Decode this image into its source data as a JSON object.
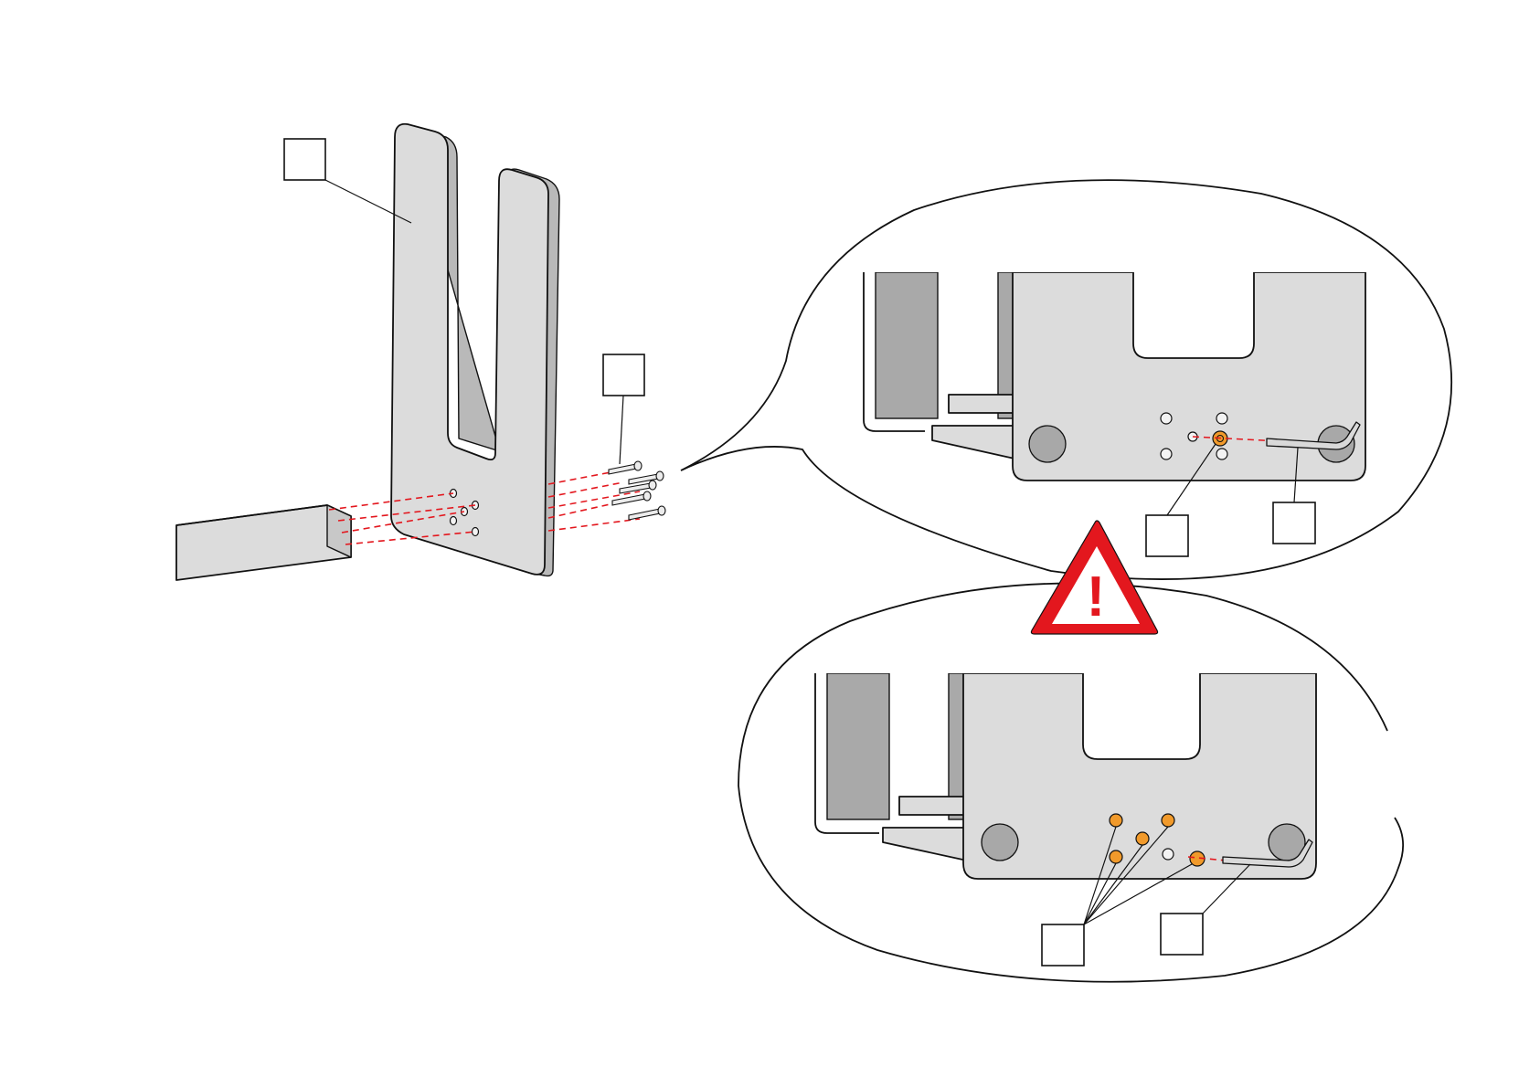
{
  "accent_dash_color": "#e3171e",
  "highlight_color": "#f19a2b",
  "warning": {
    "icon": "warning-triangle-icon",
    "fill_color": "#e3171e",
    "symbol": "!"
  },
  "reference_boxes": [
    {
      "id": "side-panel",
      "label": ""
    },
    {
      "id": "bolt-set",
      "label": ""
    },
    {
      "id": "detail1-bolt",
      "label": ""
    },
    {
      "id": "detail1-key",
      "label": ""
    },
    {
      "id": "detail2-bolts",
      "label": ""
    },
    {
      "id": "detail2-key",
      "label": ""
    }
  ],
  "icons": [
    "side-panel",
    "crossbar-beam",
    "bolt",
    "hex-key",
    "magnified-callout",
    "warning-triangle-icon"
  ]
}
